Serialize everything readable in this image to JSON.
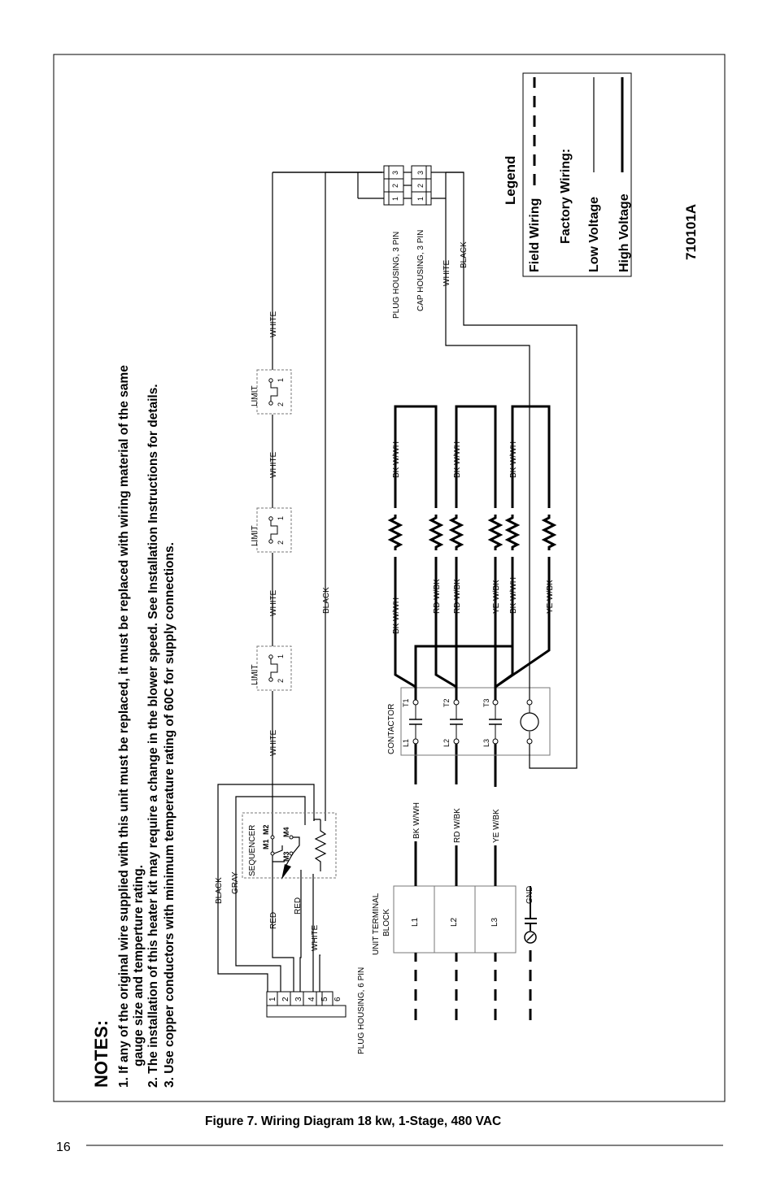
{
  "page_number": "16",
  "figure_caption": "Figure 7. Wiring Diagram 18 kw, 1-Stage, 480 VAC",
  "drawing_code": "710101A",
  "notes": {
    "heading": "NOTES:",
    "line1": "1.  If any of the original wire supplied with this unit must be replaced, it must be replaced with wiring material of the same",
    "line1b": "gauge size and temperture rating.",
    "line2": "2.  The installation of this heater kit may require a change in the blower speed.  See Installation Instructions for details.",
    "line3": "3.  Use copper conductors with minimum temperature rating of 60C  for supply connections."
  },
  "legend": {
    "title": "Legend",
    "field_wiring": "Field Wiring",
    "factory_wiring": "Factory Wiring:",
    "low_voltage": "Low Voltage",
    "high_voltage": "High Voltage"
  },
  "components": {
    "plug_housing_6": "PLUG HOUSING, 6 PIN",
    "pins6": [
      "1",
      "2",
      "3",
      "4",
      "5",
      "6"
    ],
    "sequencer": "SEQUENCER",
    "m1": "M1",
    "m2": "M2",
    "m3": "M3",
    "m4": "M4",
    "limit": "LIMIT",
    "term2": "2",
    "term1": "1",
    "unit_terminal_block_1": "UNIT TERMINAL",
    "unit_terminal_block_2": "BLOCK",
    "tb": [
      "L1",
      "L2",
      "L3"
    ],
    "gnd": "GND",
    "contactor": "CONTACTOR",
    "contactor_line": [
      "L1",
      "L2",
      "L3"
    ],
    "contactor_load": [
      "T1",
      "T2",
      "T3"
    ],
    "plug_housing_3": "PLUG  HOUSING, 3 PIN",
    "cap_housing_3": "CAP  HOUSING, 3 PIN",
    "pins3": [
      "1",
      "2",
      "3"
    ]
  },
  "wire_labels": {
    "black": "BLACK",
    "gray": "GRAY",
    "red": "RED",
    "white": "WHITE",
    "bk_wwh": "BK W/WH",
    "rd_wbk": "RD W/BK",
    "ye_wbk": "YE W/BK"
  }
}
